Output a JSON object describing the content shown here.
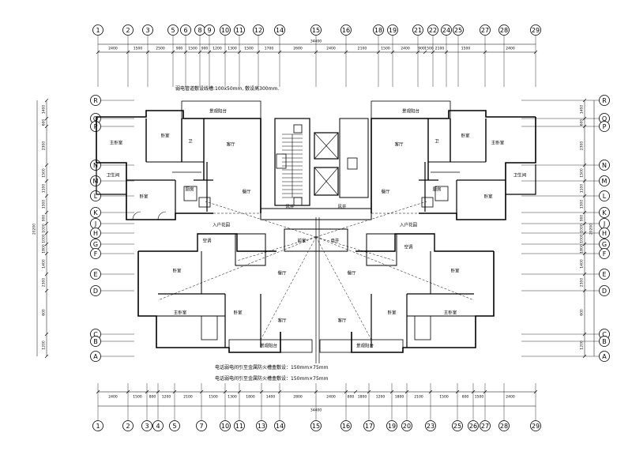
{
  "top_axes": [
    "1",
    "2",
    "3",
    "5",
    "6",
    "8",
    "9",
    "10",
    "11",
    "12",
    "14",
    "15",
    "16",
    "18",
    "19",
    "21",
    "22",
    "24",
    "25",
    "27",
    "28",
    "29"
  ],
  "bottom_axes": [
    "1",
    "2",
    "3",
    "4",
    "5",
    "7",
    "10",
    "11",
    "13",
    "14",
    "15",
    "16",
    "17",
    "19",
    "20",
    "23",
    "25",
    "26",
    "27",
    "28",
    "29"
  ],
  "side_axes": [
    "R",
    "Q",
    "P",
    "N",
    "M",
    "L",
    "K",
    "J",
    "H",
    "G",
    "F",
    "E",
    "D",
    "C",
    "B",
    "A"
  ],
  "top_dims": [
    "2400",
    "1500",
    "2500",
    "900",
    "1500",
    "900",
    "1200",
    "1300",
    "1500",
    "1700",
    "2600",
    "2400",
    "2100",
    "1500",
    "2400",
    "900",
    "1500",
    "2100",
    "1500",
    "2400"
  ],
  "bottom_dims": [
    "2400",
    "1500",
    "800",
    "1200",
    "2100",
    "1500",
    "1300",
    "1800",
    "1400",
    "2800",
    "2400",
    "800",
    "1800",
    "1200",
    "1800",
    "2100",
    "1500",
    "800",
    "1500",
    "2400"
  ],
  "overall_top": "34400",
  "overall_bottom": "34400",
  "left_dims": [
    "1400",
    "600",
    "2300",
    "1500",
    "1100",
    "1300",
    "900",
    "1000",
    "1000",
    "1800",
    "1400",
    "2300",
    "600",
    "1200"
  ],
  "right_dims": [
    "1400",
    "600",
    "2300",
    "1500",
    "1100",
    "1300",
    "900",
    "1000",
    "1000",
    "1800",
    "1400",
    "2300",
    "600",
    "1200"
  ],
  "left_total": "20200",
  "right_total": "20200",
  "rooms": {
    "balcony": "景观阳台",
    "master": "主卧室",
    "bedroom": "卧室",
    "toilet": "卫生间",
    "living": "客厅",
    "dining": "餐厅",
    "kitchen": "厨房",
    "bath": "卫",
    "entry": "入户花园",
    "front": "前室",
    "well": "风井",
    "shaft": "电井",
    "ac": "空调"
  },
  "notes": {
    "top_note": "弱电管道敷设线槽:100x50mm, 敷设高300mm.",
    "bottom_note_1": "电话弱电间引至金属防火槽盒敷设：150mm×75mm",
    "bottom_note_2": "电话弱电间引至金属防火槽盒敷设：150mm×75mm"
  }
}
